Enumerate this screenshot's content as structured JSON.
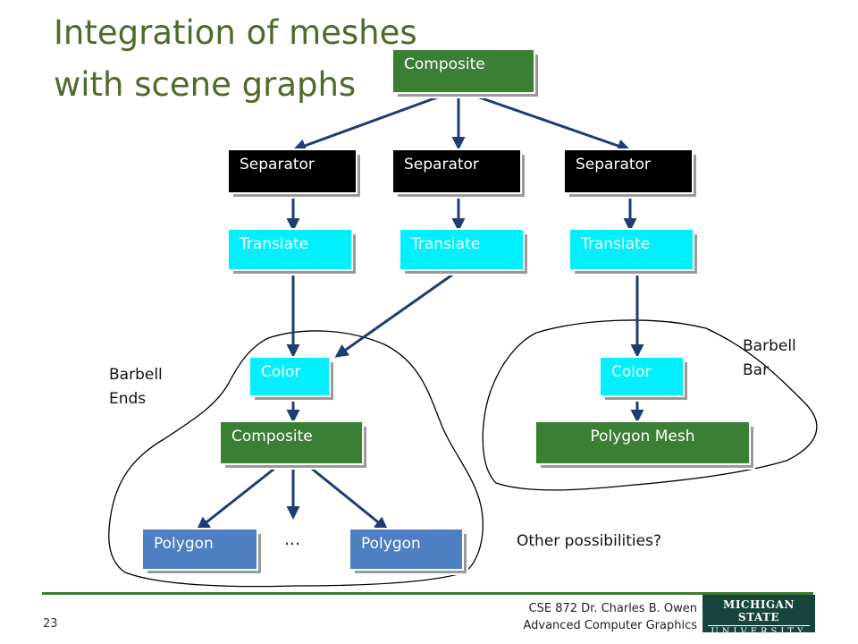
{
  "slide": {
    "title_line1": "Integration of meshes",
    "title_line2": "with scene graphs"
  },
  "nodes": {
    "root_composite": "Composite",
    "separator_left": "Separator",
    "separator_middle": "Separator",
    "separator_right": "Separator",
    "translate_left": "Translate",
    "translate_middle": "Translate",
    "translate_right": "Translate",
    "color_left": "Color",
    "color_right": "Color",
    "composite_inner": "Composite",
    "polygon_mesh": "Polygon Mesh",
    "polygon_left": "Polygon",
    "polygon_right": "Polygon",
    "ellipsis": "…"
  },
  "annotations": {
    "barbell_ends_line1": "Barbell",
    "barbell_ends_line2": "Ends",
    "barbell_bar_line1": "Barbell",
    "barbell_bar_line2": "Bar",
    "other_possibilities": "Other possibilities?"
  },
  "footer": {
    "page_number": "23",
    "course_line": "CSE 872 Dr. Charles B. Owen",
    "course_subtitle": "Advanced Computer Graphics",
    "logo_line1": "MICHIGAN STATE",
    "logo_line2": "UNIVERSITY"
  },
  "colors": {
    "title": "#4e6b2a",
    "composite": "#3a7f33",
    "separator": "#000000",
    "translate": "#00f0ff",
    "polygon": "#4e7fc2",
    "arrow": "#1f3d73",
    "footer_rule": "#3c7a2a",
    "logo_bg": "#18453b"
  }
}
